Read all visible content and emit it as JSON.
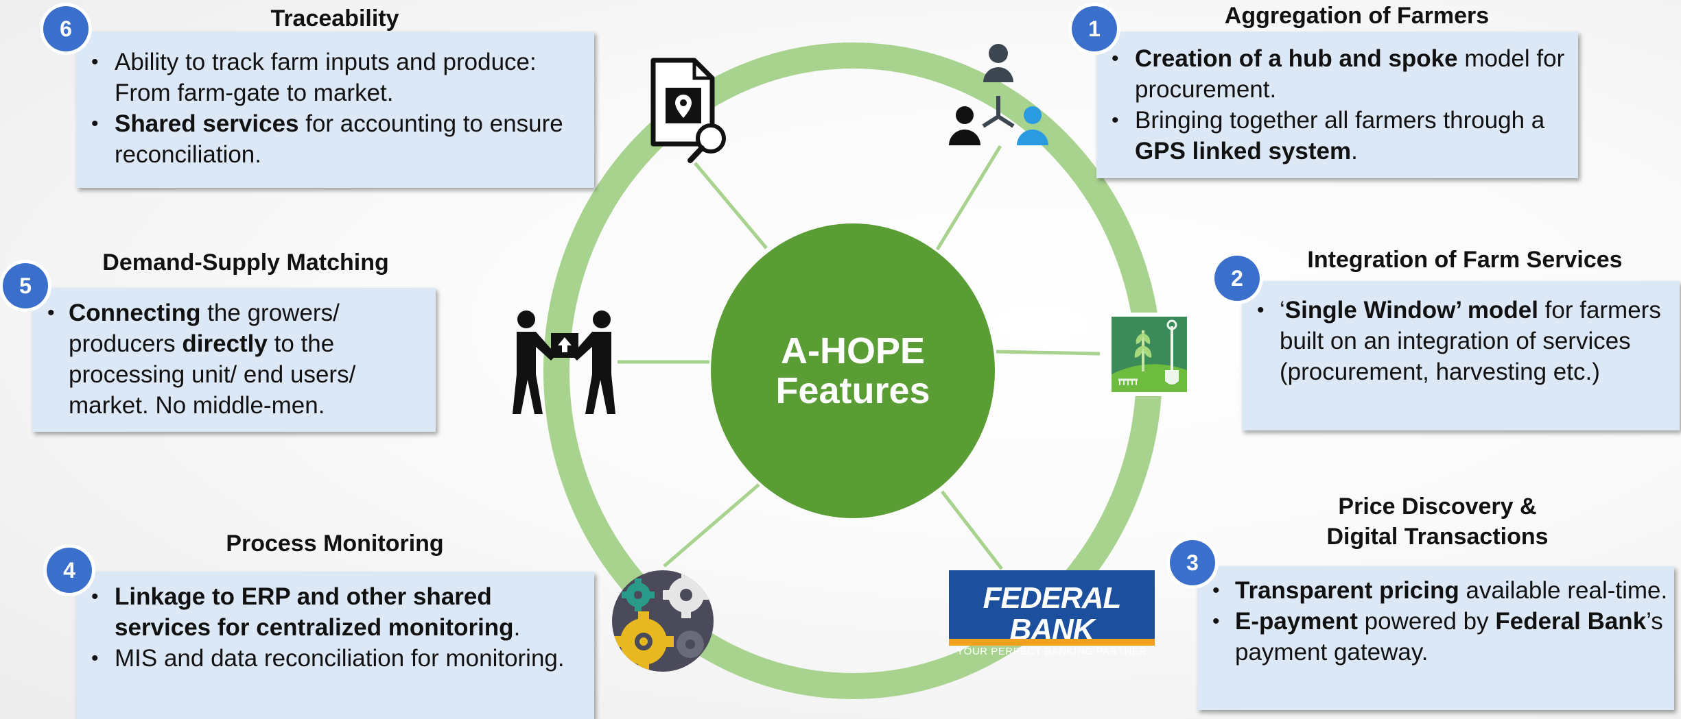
{
  "center": {
    "line1": "A-HOPE",
    "line2": "Features"
  },
  "features": {
    "f1": {
      "number": "1",
      "title": "Aggregation of Farmers",
      "b1_bold": "Creation of a hub and spoke",
      "b1_rest": " model for procurement.",
      "b2_pre": "Bringing together all farmers through a ",
      "b2_bold": "GPS linked system",
      "b2_post": "."
    },
    "f2": {
      "number": "2",
      "title": "Integration of Farm Services",
      "b1_pre": "‘",
      "b1_bold": "Single Window’ model",
      "b1_rest": " for farmers built on an integration of services (procurement, harvesting etc.)"
    },
    "f3": {
      "number": "3",
      "title_line1": "Price Discovery &",
      "title_line2": "Digital Transactions",
      "b1_bold": "Transparent pricing",
      "b1_rest": " available real-time.",
      "b2_bold": "E-payment",
      "b2_mid": " powered by ",
      "b2_bold2": "Federal Bank",
      "b2_post": "’s payment gateway."
    },
    "f4": {
      "number": "4",
      "title": "Process Monitoring",
      "b1_bold": "Linkage to ERP and other shared services for centralized monitoring",
      "b1_post": ".",
      "b2": "MIS and data reconciliation for monitoring."
    },
    "f5": {
      "number": "5",
      "title": "Demand-Supply Matching",
      "b1_bold": "Connecting",
      "b1_mid": " the growers/ producers ",
      "b1_bold2": "directly",
      "b1_rest": " to the processing unit/ end users/ market. No middle-men."
    },
    "f6": {
      "number": "6",
      "title": "Traceability",
      "b1": "Ability to track farm inputs and produce: From farm-gate to market.",
      "b2_bold": "Shared services",
      "b2_rest": " for accounting to ensure reconciliation."
    }
  },
  "bank_logo": {
    "name": "FEDERAL BANK",
    "tagline": "YOUR PERFECT BANKING PARTNER"
  },
  "colors": {
    "ring": "#a8d38f",
    "center": "#5b9d35",
    "box": "#dde8f6",
    "badge": "#3a6fcc",
    "bank_blue": "#1c4f9e",
    "bank_orange": "#f0a11d"
  },
  "icons": [
    "document-search-icon",
    "farmer-network-icon",
    "farm-tools-icon",
    "bank-logo",
    "gears-icon",
    "handover-icon"
  ]
}
